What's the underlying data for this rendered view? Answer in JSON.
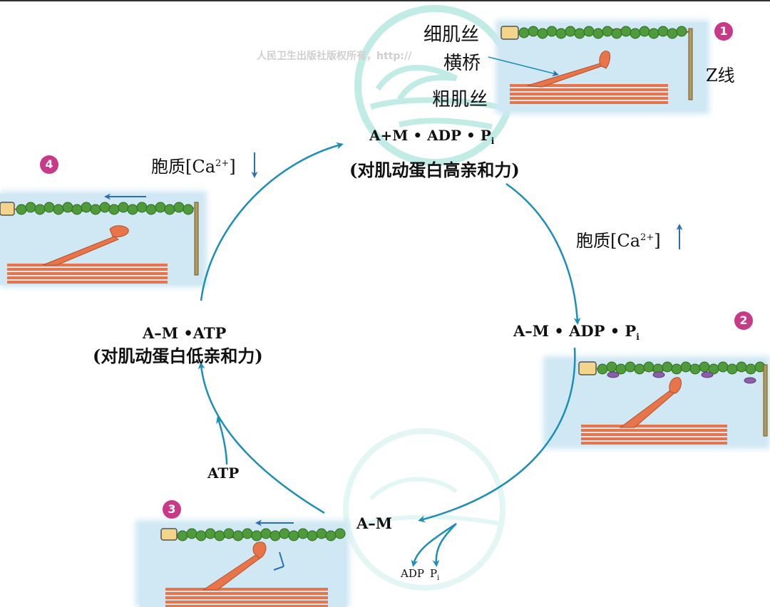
{
  "watermark": "人民卫生出版社版权所有，http://",
  "labels": {
    "thin_filament": "细肌丝",
    "cross_bridge": "横桥",
    "thick_filament": "粗肌丝",
    "z_line": "Z线"
  },
  "states": {
    "top_line1": "A+M • ADP •  P",
    "top_sub": "i",
    "top_line2": "(对肌动蛋白高亲和力)",
    "right_line1": "A–M • ADP • P",
    "right_sub": "i",
    "bottom": "A–M",
    "left_line1": "A–M •ATP",
    "left_line2": "(对肌动蛋白低亲和力)"
  },
  "calcium": {
    "left": "胞质[Ca",
    "left_sup": "2+",
    "left_close": "]",
    "right": "胞质[Ca",
    "right_sup": "2+",
    "right_close": "]"
  },
  "products": {
    "adp": "ADP",
    "pi": "P",
    "pi_sub": "i",
    "atp": "ATP"
  },
  "badges": [
    "1",
    "2",
    "3",
    "4"
  ],
  "colors": {
    "cycle_arrow": "#1d8fb5",
    "panel_bg": "#cfe8f3",
    "thick_filament": "#e8744a",
    "actin_bead": "#4f9a3a",
    "troponin": "#8a5fa8",
    "badge": "#c83a88"
  }
}
